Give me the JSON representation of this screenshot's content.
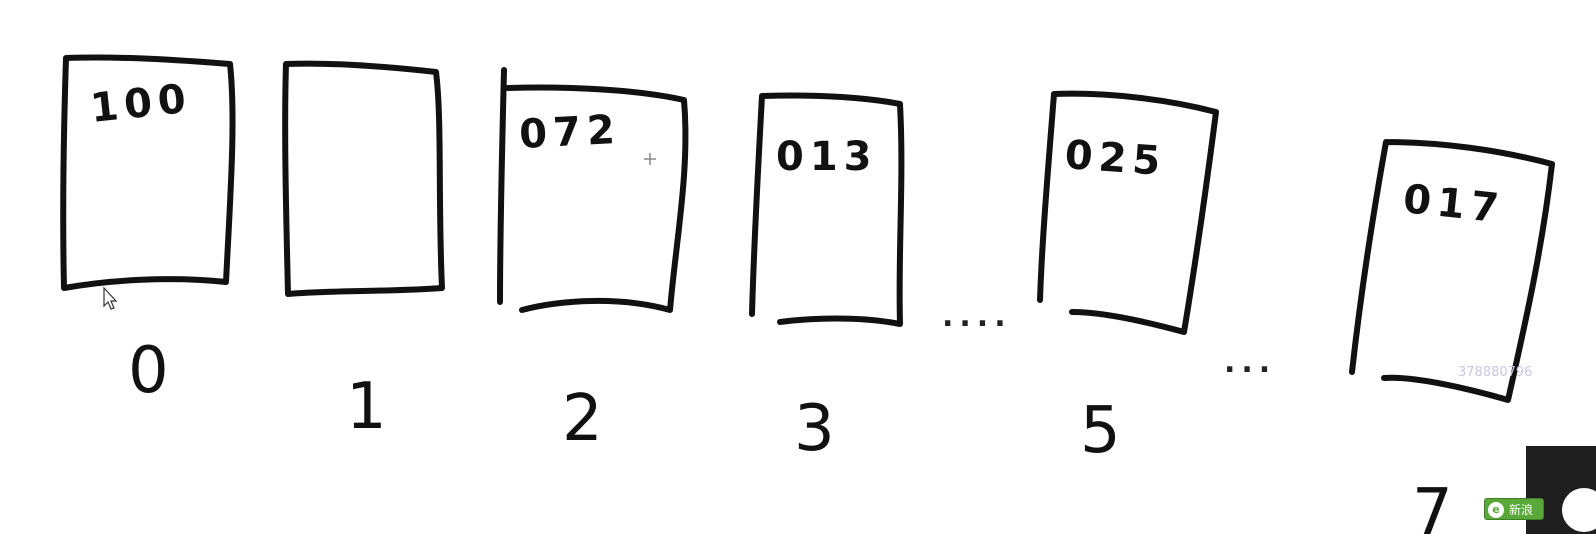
{
  "diagram": {
    "cells": [
      {
        "index_label": "0",
        "value": "100"
      },
      {
        "index_label": "1",
        "value": ""
      },
      {
        "index_label": "2",
        "value": "072"
      },
      {
        "index_label": "3",
        "value": "013"
      },
      {
        "index_label": "5",
        "value": "025"
      },
      {
        "index_label": "7",
        "value": "017"
      }
    ],
    "ellipses": [
      "....",
      "..."
    ]
  },
  "overlay": {
    "watermark": "378880796",
    "wechat_button_label": "新浪"
  },
  "colors": {
    "ink": "#111111",
    "background": "#ffffff",
    "wechat_green": "#5aa83a"
  }
}
